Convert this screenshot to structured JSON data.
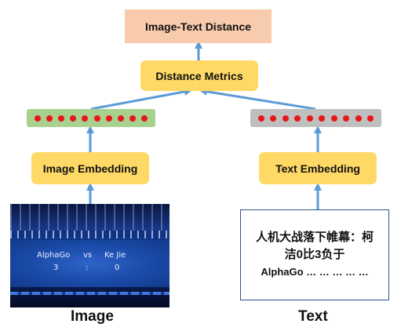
{
  "result": {
    "label": "Image-Text Distance"
  },
  "metrics": {
    "label": "Distance Metrics"
  },
  "image_branch": {
    "embedding_label": "Image Embedding",
    "vector_dot_count": 10,
    "vector_color": "#a9d18e",
    "photo": {
      "left_name": "AlphaGo",
      "vs": "vs",
      "right_name": "Ke Jie",
      "left_score": "3",
      "sep": ":",
      "right_score": "0"
    },
    "caption": "Image"
  },
  "text_branch": {
    "embedding_label": "Text Embedding",
    "vector_dot_count": 10,
    "vector_color": "#bfbfbf",
    "text_line1": "人机大战落下帷幕：柯",
    "text_line2": "洁0比3负于",
    "text_line3": "AlphaGo … … … … …",
    "caption": "Text"
  },
  "colors": {
    "arrow": "#5b9bd5",
    "embedding_fill": "#ffd966",
    "result_fill": "#f8cbad",
    "dot": "#e8161b"
  }
}
